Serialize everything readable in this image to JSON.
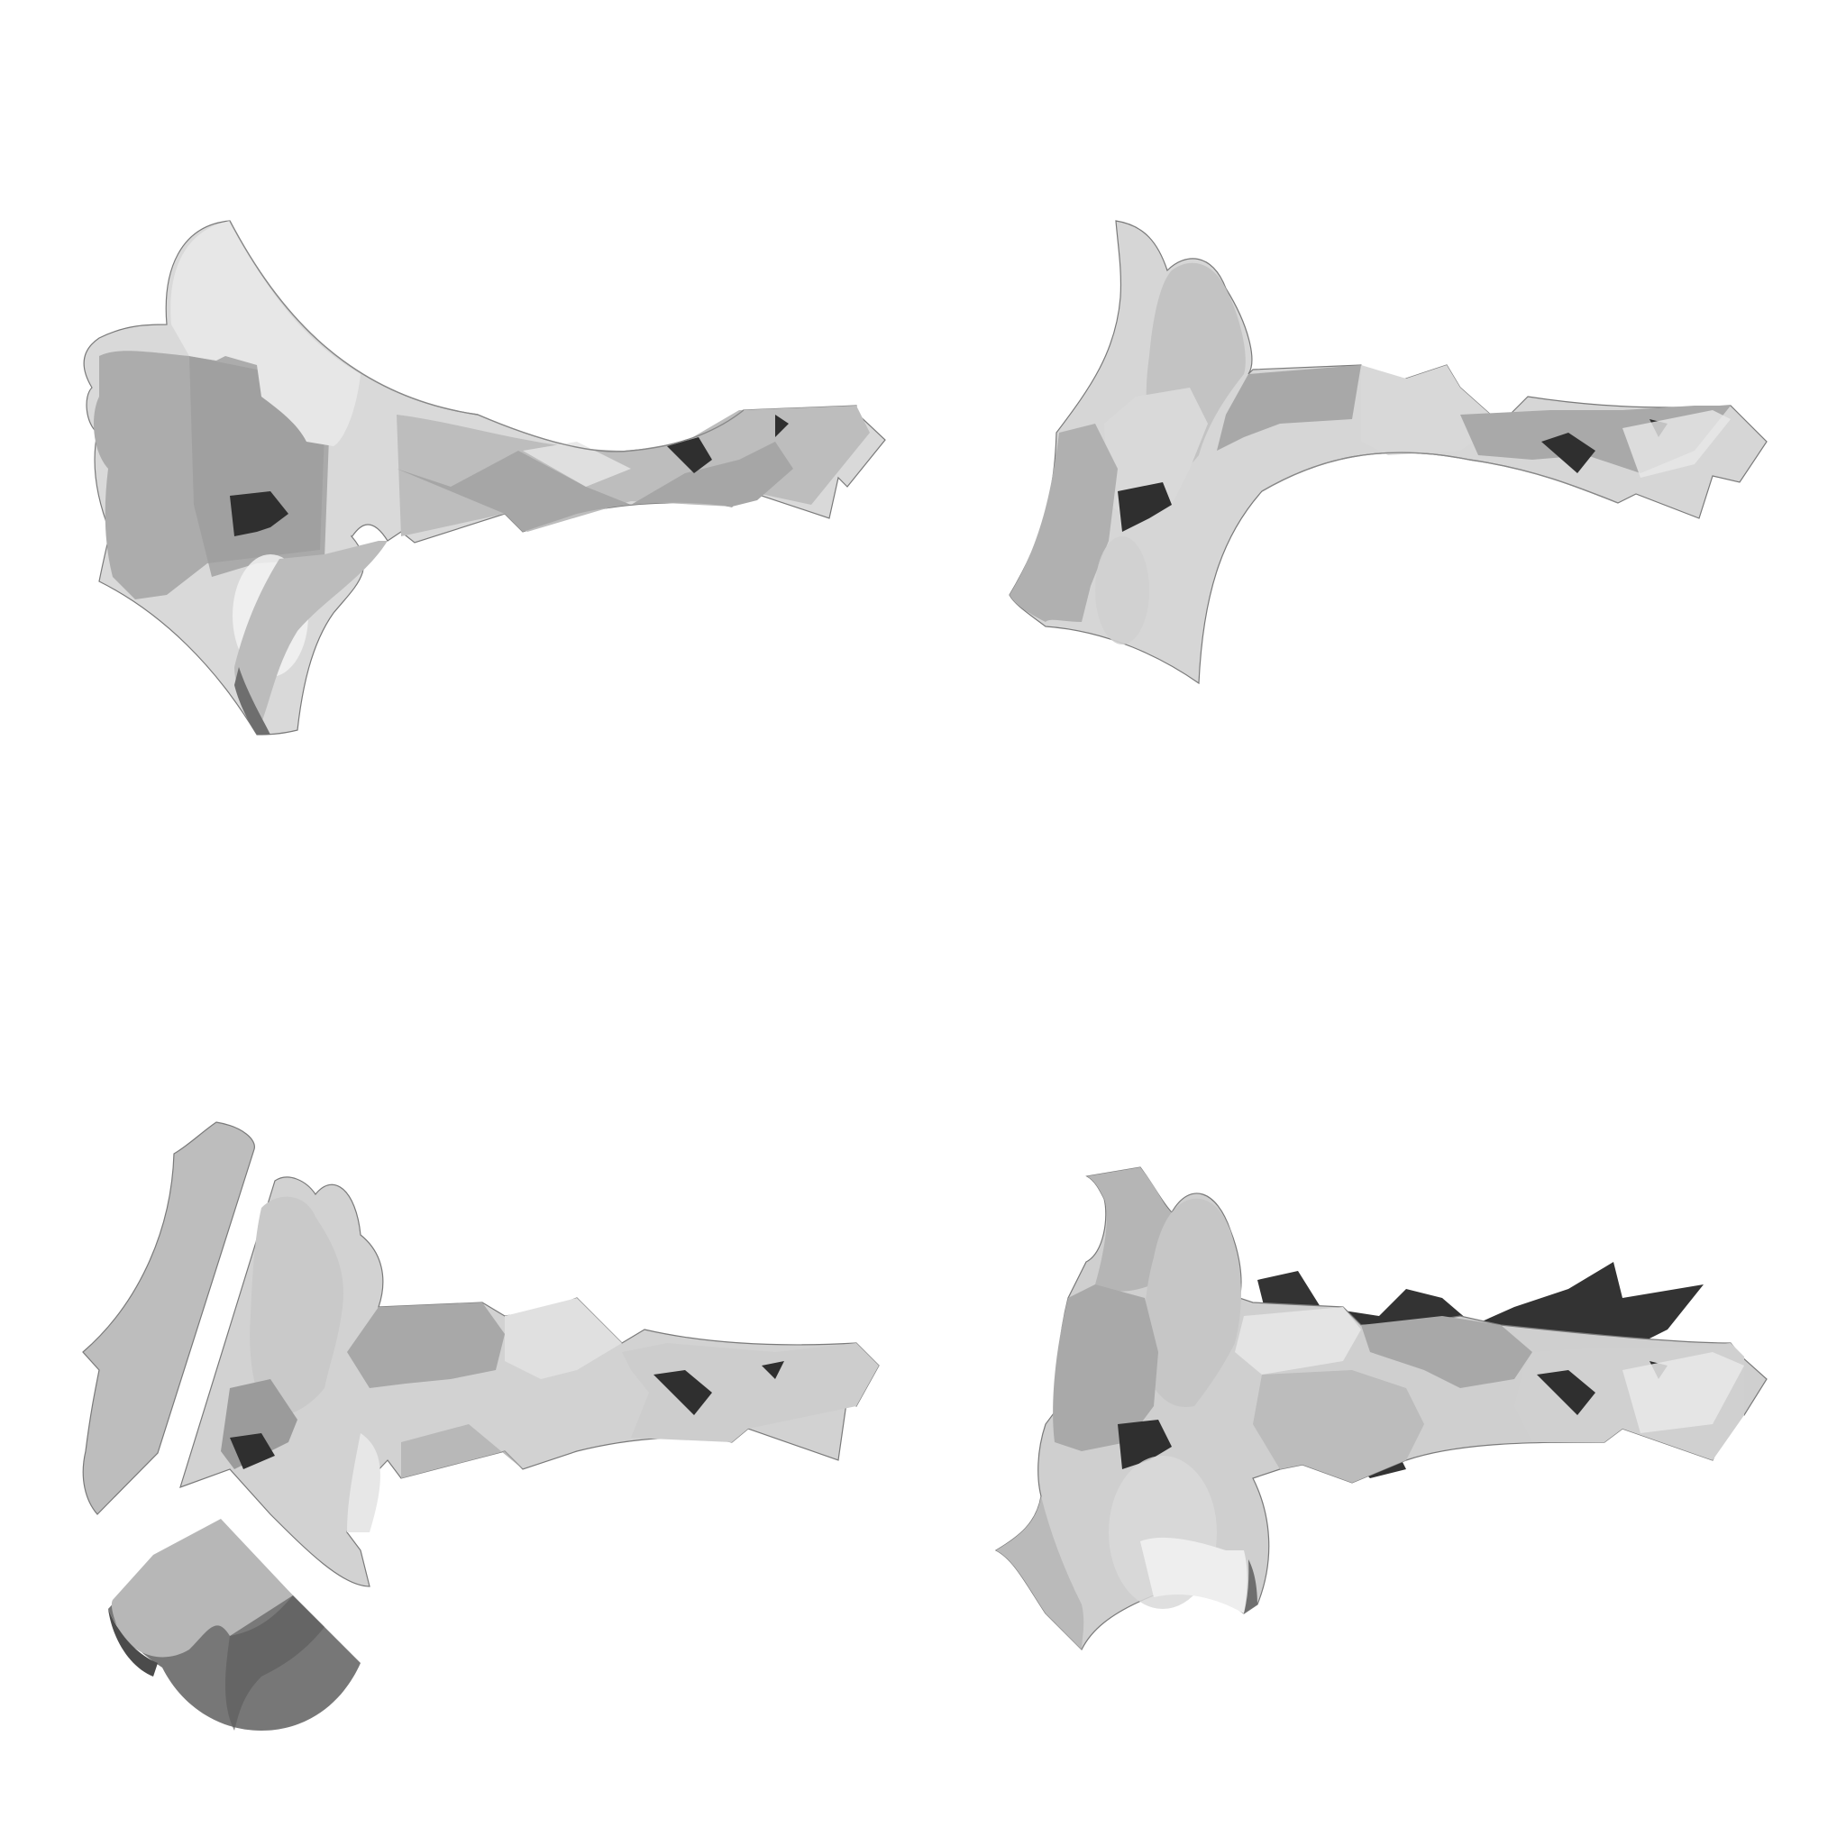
{
  "palette": {
    "background": "#ffffff",
    "outline": "#6f6f6f",
    "light": "#e6e6e6",
    "pale": "#d6d6d6",
    "mid_light": "#c8c8c8",
    "mid": "#b2b2b2",
    "mid_dark": "#a0a0a0",
    "dark": "#6e6e6e",
    "darkest": "#2f2f2f"
  },
  "panels": [
    {
      "name": "top-left-shard",
      "variant": "carved-left"
    },
    {
      "name": "top-right-shard",
      "variant": "carved-right"
    },
    {
      "name": "bottom-left-shard",
      "variant": "split"
    },
    {
      "name": "bottom-right-shard",
      "variant": "dark-wedge"
    }
  ]
}
